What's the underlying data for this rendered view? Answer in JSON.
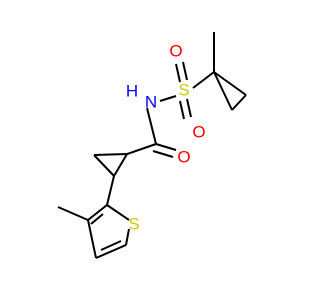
{
  "molecule": {
    "colors": {
      "carbon_bond": "#000000",
      "nitrogen": "#0000ff",
      "oxygen": "#ff0000",
      "sulfur": "#cccc00",
      "hydrogen": "#0000ff",
      "background": "#ffffff"
    },
    "labels": {
      "o_sulfonyl_top": "O",
      "o_sulfonyl_bottom": "O",
      "s_sulfonyl": "S",
      "nh_n": "N",
      "nh_h": "H",
      "o_carbonyl": "O",
      "s_thiophene": "S"
    }
  }
}
